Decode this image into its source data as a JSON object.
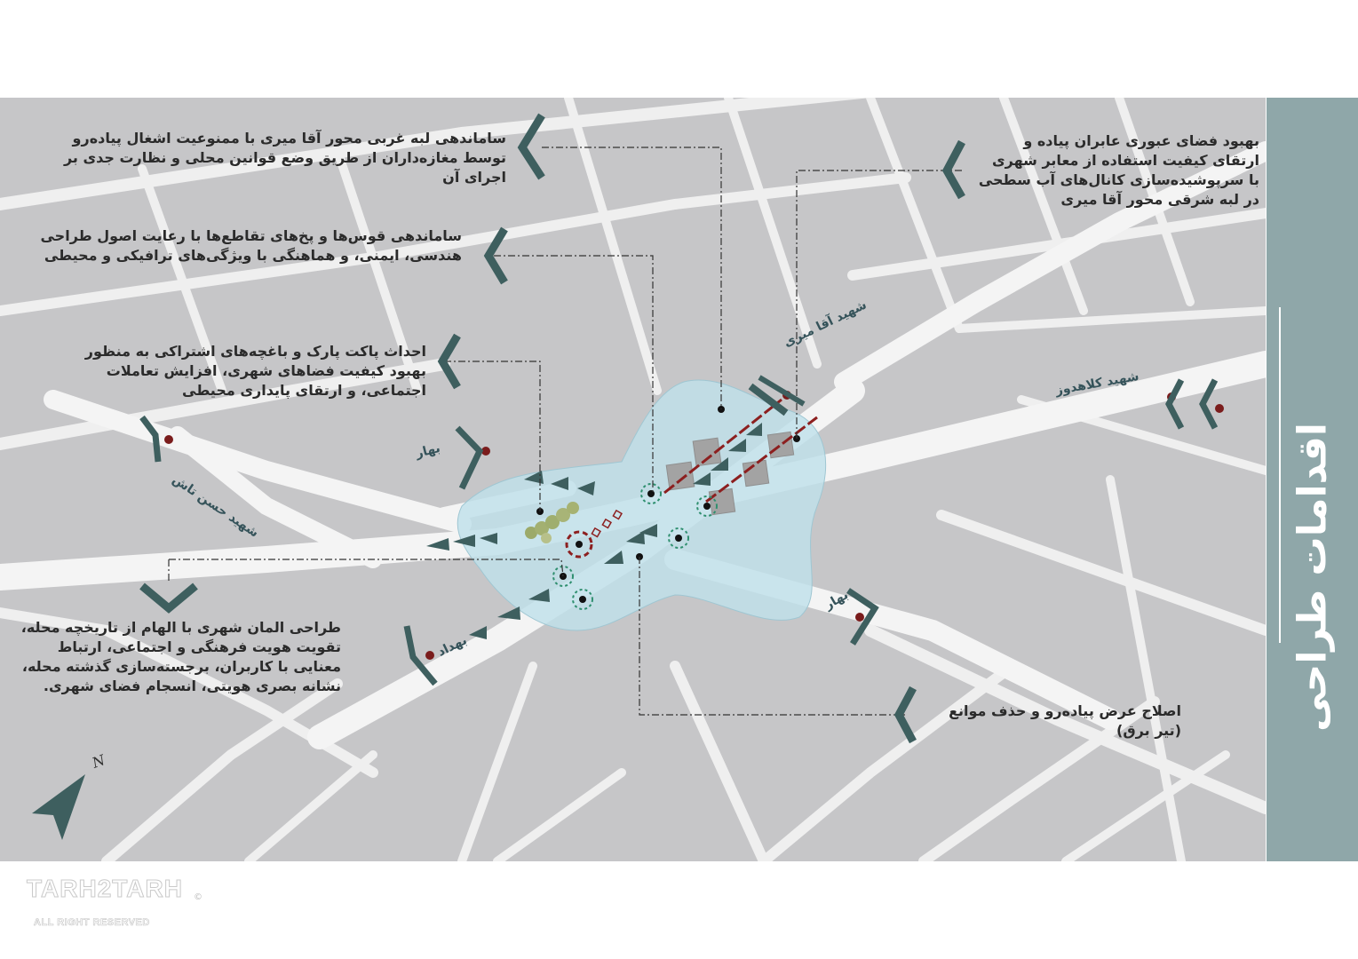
{
  "title": "اقدامات طراحی",
  "annotations": {
    "west_edge": "ساماندهی لبه غربی محور آقا میری با ممنوعیت اشغال پیاده‌رو توسط مغازه‌داران از طریق وضع قوانین محلی و نظارت جدی بر اجرای آن",
    "intersections": "ساماندهی قوس‌ها و پخ‌های تقاطع‌ها با رعایت اصول طراحی هندسی، ایمنی، و هماهنگی با ویژگی‌های ترافیکی و محیطی",
    "pocket_park": "احداث پاکت پارک و باغچه‌های اشتراکی به منظور بهبود کیفیت فضاهای شهری، افزایش تعاملات اجتماعی، و ارتقای پایداری محیطی",
    "landmark": "طراحی المان شهری با الهام از تاریخچه محله، تقویت هویت فرهنگی و اجتماعی، ارتباط معنایی با کاربران، برجسته‌سازی گذشته محله، نشانه بصری هویتی، انسجام فضای شهری.",
    "pedestrian_space": "بهبود فضای عبوری عابران پیاده و ارتقای کیفیت استفاده از معابر شهری با سرپوشیده‌سازی کانال‌های آب سطحی در لبه شرقی محور آقا میری",
    "sidewalk_width": "اصلاح عرض پیاده‌رو و حذف موانع (تیر برق)"
  },
  "streets": {
    "aghamiri": "شهید آقا میری",
    "kolahdooz": "شهید کلاهدوز",
    "hasan_tash": "شهید حسن تاش",
    "bahar_north": "بهار",
    "bahar_south": "بهار",
    "behdad": "بهداد"
  },
  "compass_label": "N",
  "logo": {
    "main": "TARH2TARH",
    "sub": "ALL RIGHT RESERVED",
    "mark": "©"
  },
  "colors": {
    "panel": "#8fa7a9",
    "accent": "#3f5f5f",
    "marker": "#7a1c1c",
    "zone": "#bfe0ea",
    "road": "#f2f2f2",
    "block": "#c9c9cb"
  }
}
